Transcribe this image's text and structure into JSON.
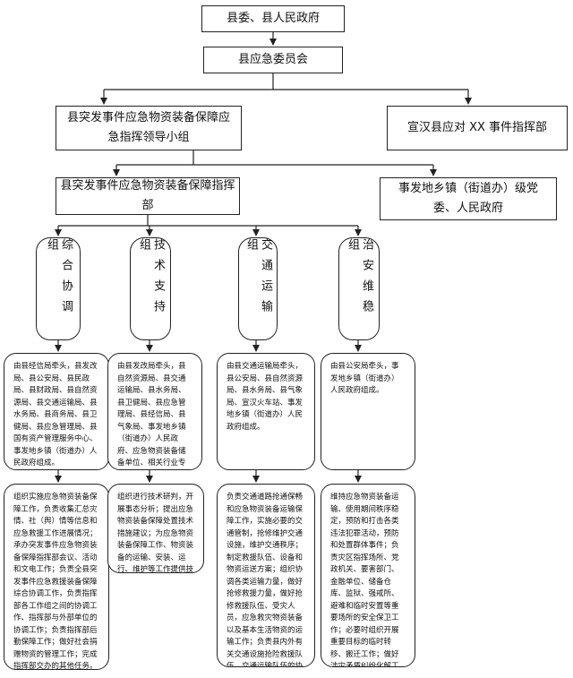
{
  "top": {
    "title": "县委、县人民政府"
  },
  "committee": {
    "title": "县应急委员会"
  },
  "leading_group": {
    "title": "县突发事件应急物资装备保障应急指挥领导小组"
  },
  "county_hq": {
    "title": "宣汉县应对 XX 事件指挥部"
  },
  "supply_hq": {
    "title": "县突发事件应急物资装备保障指挥部"
  },
  "town": {
    "title": "事发地乡镇（街道办）级党委、人民政府"
  },
  "groups": [
    {
      "name": "综合协调组",
      "members": "由县经信局牵头，县发改局、县公安局、县民政局、县财政局、县自然资源局、县交通运输局、县水务局、县商务局、县卫健局、县应急管理局、县国有资产管理服务中心、事发地乡镇（街道办）人民政府组成。",
      "duties": "组织实施应急物资装备保障工作，负责收集汇总灾情、社（舆）情等信息和应急救援工作进展情况；承办突发事件应急物资装备保障指挥部会议、活动和文电工作；负责全县突发事件应急救援装备保障综合协调工作，负责指挥部各工作组之间的协调工作、指挥部与外部单位的协调工作；负责指挥部后勤保障工作；做好社会捐赠物资的管理工作；完成指挥部交办的其他任务。"
    },
    {
      "name": "技术支持组",
      "members": "由县发改局牵头，县自然资源局、县交通运输局、县水务局、县卫健局、县应急管理局、县经信局、县气象局、事发地乡镇（街道办）人民政府、应急物资装备储备单位、相关行业专家组成。",
      "duties": "组织进行技术研判，开展事态分析；提出应急物资装备保障处置技术措施建议；为应急物资装备保障工作、物资装备的运输、安装、运行、维护等工作提供技术支持。"
    },
    {
      "name": "交通运输组",
      "members": "由县交通运输局牵头，县公安局、县自然资源局、县水务局、县气象局、宣汉火车站、事发地乡镇（街道办）人民政府组成。",
      "duties": "负责交通道路抢通保畅和应急物资装备运输保障工作，实施必要的交通管制，抢修维护交通设施，维护交通秩序；制定救援队伍、设备和物资运送方案；组织协调各类运输力量，做好抢修救援力量，做好抢修救援队伍、受灾人员，应急救灾物资装备以及基本生活物资的运输工作；负责县内外有关交通设施抢险救援队伍、交通运输队伍的协调工作，完成指挥部交办的其他任务。"
    },
    {
      "name": "治安维稳组",
      "members": "由县公安局牵头，事发地乡镇（街道办）人民政府组成。",
      "duties": "维持应急物资装备运输、使用期间秩序稳定，预防和打击各类违法犯罪活动，预防和处置群体事件；负责灾区指挥场所、党政机关、要害部门、金融单位、储备仓库、监狱、强戒所、避难和临时安置等重要场所的安全保卫工作；必要时组织开展重要目标的临时转移、搬迁工作；做好涉灾矛盾纠纷化解工作，完成指挥部交办的其他任务。"
    }
  ]
}
